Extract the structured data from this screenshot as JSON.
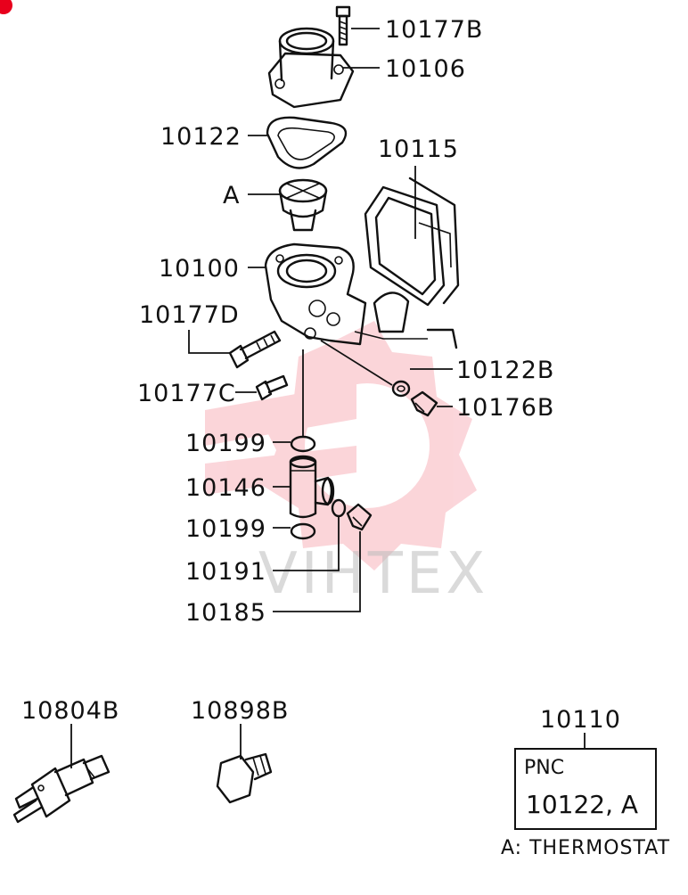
{
  "parts": {
    "p10177B": "10177B",
    "p10106": "10106",
    "p10122": "10122",
    "p10115": "10115",
    "pA": "A",
    "p10100": "10100",
    "p10177D": "10177D",
    "p10122B": "10122B",
    "p10177C": "10177C",
    "p10176B": "10176B",
    "p10199a": "10199",
    "p10146": "10146",
    "p10199b": "10199",
    "p10191": "10191",
    "p10185": "10185",
    "p10804B": "10804B",
    "p10898B": "10898B",
    "p10110": "10110"
  },
  "pnc_box": {
    "title": "PNC",
    "value": "10122, A"
  },
  "legend": "A: THERMOSTAT",
  "watermark": {
    "text": "VIHTEX",
    "color": "#e8001c"
  }
}
